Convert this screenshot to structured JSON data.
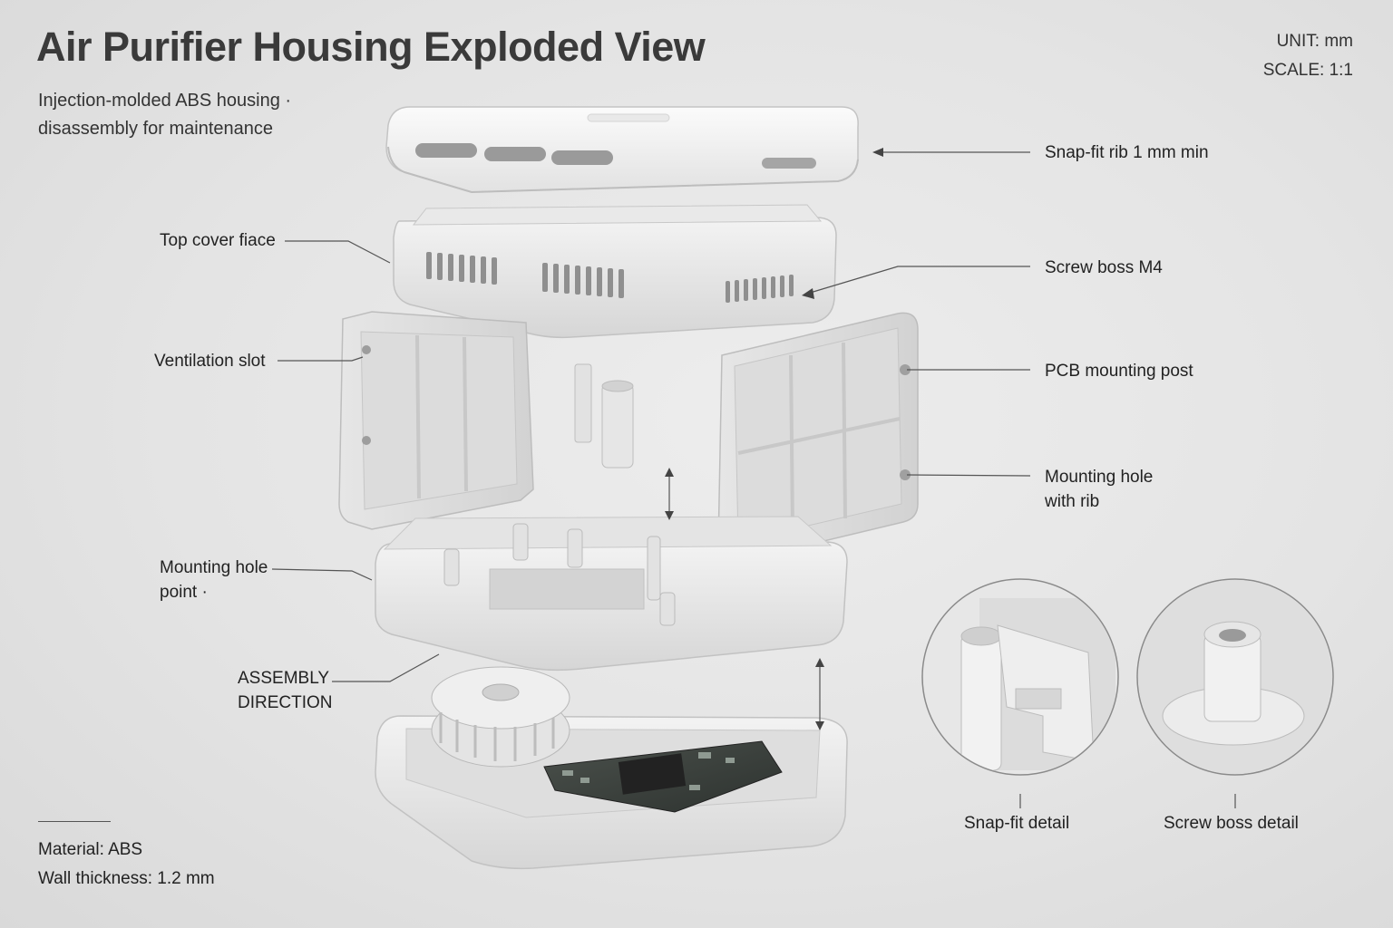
{
  "title": "Air Purifier Housing Exploded View",
  "subtitle": [
    "Injection-molded ABS housing ·",
    "disassembly for maintenance"
  ],
  "unit": "UNIT: mm",
  "scale": "SCALE: 1:1",
  "labels": {
    "top_cover_face": "Top cover fiace",
    "ventilation_slot": "Ventilation slot",
    "mounting_hole_point": [
      "Mounting hole",
      "point ·"
    ],
    "assembly_direction": [
      "ASSEMBLY",
      "DIRECTION"
    ],
    "snap_fit_rib": "Snap-fit rib 1 mm min",
    "screw_boss": "Screw boss M4",
    "pcb_mounting_post": "PCB mounting post",
    "mounting_hole_rib": [
      "Mounting hole",
      "with rib"
    ],
    "snap_fit_detail": "Snap-fit detail",
    "screw_boss_detail": "Screw boss detail"
  },
  "footer": {
    "material": "Material: ABS",
    "wall_thickness": "Wall thickness: 1.2 mm"
  }
}
